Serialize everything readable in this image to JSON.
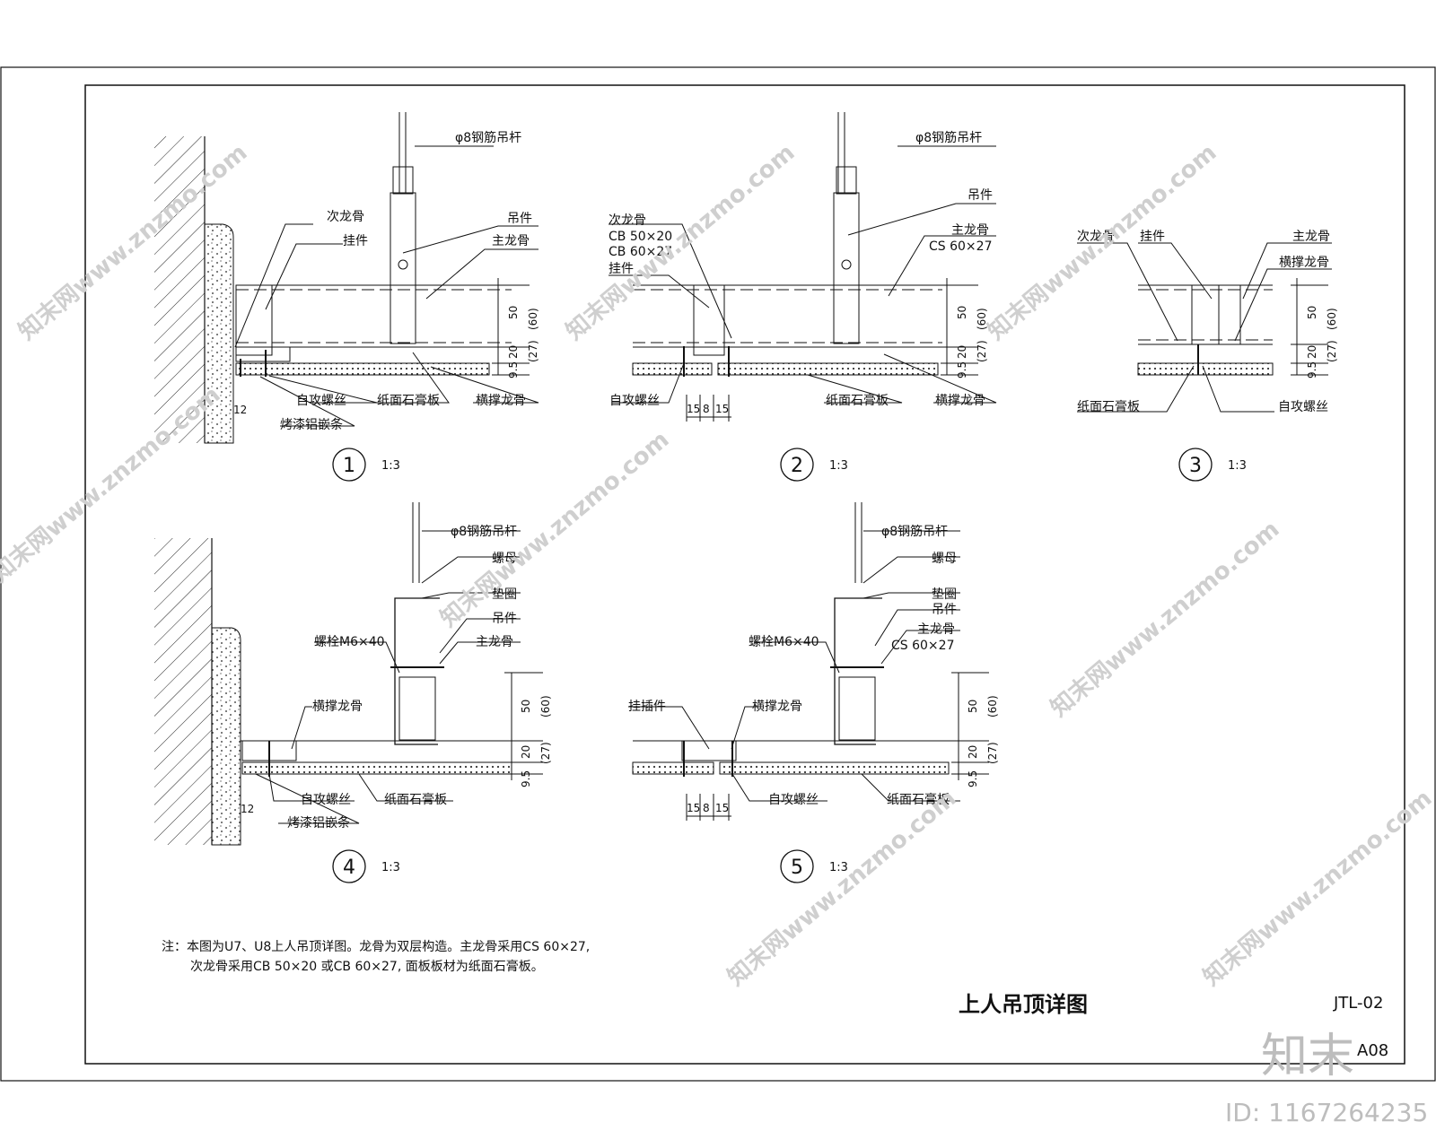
{
  "sheet": {
    "title": "上人吊顶详图",
    "drawing_code": "JTL-02",
    "page_code": "A08",
    "note_line1": "注：本图为U7、U8上人吊顶详图。龙骨为双层构造。主龙骨采用CS 60×27,",
    "note_line2": "次龙骨采用CB 50×20 或CB 60×27, 面板板材为纸面石膏板。"
  },
  "watermark": {
    "logo_text": "知末",
    "id_text": "ID: 1167264235",
    "diagonal_text": "知末网www.znzmo.com"
  },
  "details": {
    "d1": {
      "number": "1",
      "scale": "1:3",
      "rod": "φ8钢筋吊杆",
      "cross_rib_top": "次龙骨",
      "hanger": "吊件",
      "clip": "挂件",
      "main_rib": "主龙骨",
      "screw": "自攻螺丝",
      "board": "纸面石膏板",
      "cross_rib": "横撑龙骨",
      "strip": "烤漆铝嵌条",
      "dim_50": "50",
      "dim_60": "(60)",
      "dim_20": "20",
      "dim_27": "(27)",
      "dim_9_5": "9.5",
      "dim_12": "12"
    },
    "d2": {
      "number": "2",
      "scale": "1:3",
      "rod": "φ8钢筋吊杆",
      "hanger": "吊件",
      "secondary": "次龙骨",
      "cb1": "CB 50×20",
      "cb2": "CB 60×27",
      "clip": "挂件",
      "main_rib": "主龙骨",
      "cs": "CS 60×27",
      "screw": "自攻螺丝",
      "board": "纸面石膏板",
      "cross_rib": "横撑龙骨",
      "dim_50": "50",
      "dim_60": "(60)",
      "dim_20": "20",
      "dim_27": "(27)",
      "dim_9_5": "9.5",
      "dim_15a": "15",
      "dim_8": "8",
      "dim_15b": "15"
    },
    "d3": {
      "number": "3",
      "scale": "1:3",
      "secondary": "次龙骨",
      "clip": "挂件",
      "main_rib": "主龙骨",
      "cross_rib": "横撑龙骨",
      "board": "纸面石膏板",
      "screw": "自攻螺丝",
      "dim_50": "50",
      "dim_60": "(60)",
      "dim_20": "20",
      "dim_27": "(27)",
      "dim_9_5": "9.5"
    },
    "d4": {
      "number": "4",
      "scale": "1:3",
      "rod": "φ8钢筋吊杆",
      "nut": "螺母",
      "washer": "垫圈",
      "hanger": "吊件",
      "bolt": "螺栓M6×40",
      "main_rib": "主龙骨",
      "cross_rib": "横撑龙骨",
      "screw": "自攻螺丝",
      "board": "纸面石膏板",
      "strip": "烤漆铝嵌条",
      "dim_50": "50",
      "dim_60": "(60)",
      "dim_20": "20",
      "dim_27": "(27)",
      "dim_9_5": "9.5",
      "dim_12": "12"
    },
    "d5": {
      "number": "5",
      "scale": "1:3",
      "rod": "φ8钢筋吊杆",
      "nut": "螺母",
      "washer": "垫圈",
      "hanger": "吊件",
      "bolt": "螺栓M6×40",
      "main_rib": "主龙骨",
      "cs": "CS 60×27",
      "insert": "挂插件",
      "cross_rib": "横撑龙骨",
      "screw": "自攻螺丝",
      "board": "纸面石膏板",
      "dim_50": "50",
      "dim_60": "(60)",
      "dim_20": "20",
      "dim_27": "(27)",
      "dim_9_5": "9.5",
      "dim_15a": "15",
      "dim_8": "8",
      "dim_15b": "15"
    }
  },
  "colors": {
    "line": "#111111",
    "wall_hatch": "#222222",
    "board_fill": "#d9d9d9",
    "watermark": "#cfcfcf"
  }
}
